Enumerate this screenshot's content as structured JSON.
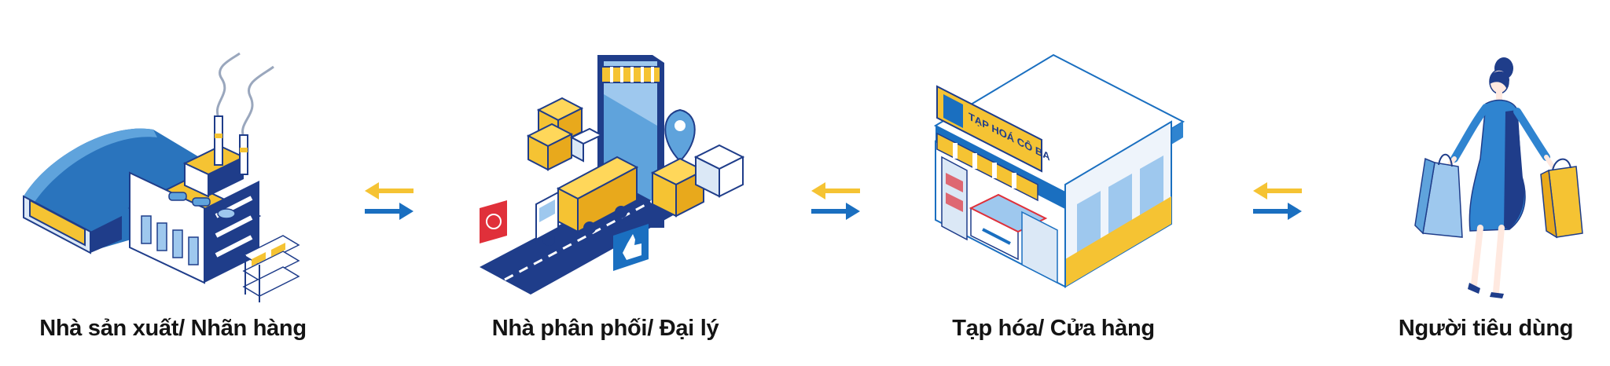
{
  "steps": [
    {
      "label": "Nhà sản xuất/ Nhãn hàng",
      "icon": "factory-icon"
    },
    {
      "label": "Nhà phân phối/ Đại lý",
      "icon": "distribution-truck-phone-icon"
    },
    {
      "label": "Tạp hóa/ Cửa hàng",
      "icon": "grocery-store-icon"
    },
    {
      "label": "Người tiêu dùng",
      "icon": "shopper-woman-icon"
    }
  ],
  "store_sign": "TẠP HOÁ CÔ BA",
  "colors": {
    "blue": "#1a6fc0",
    "dark_blue": "#1f3d8a",
    "yellow": "#f5c333",
    "light_blue": "#9ec8ee",
    "red": "#e0303a"
  }
}
